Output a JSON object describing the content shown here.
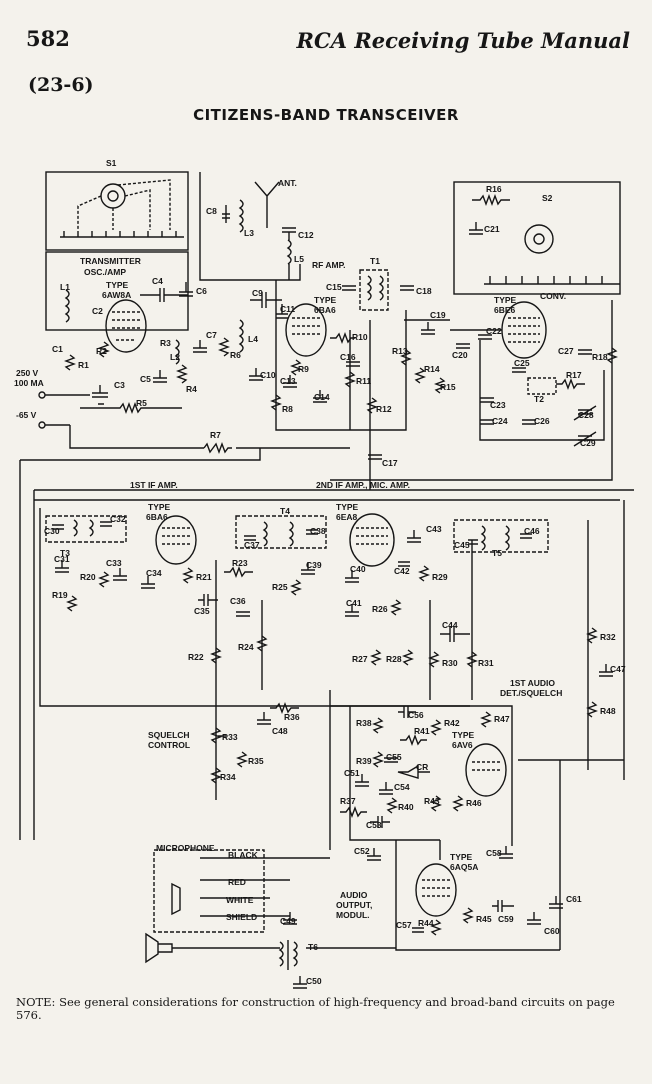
{
  "header": {
    "page_number": "582",
    "running_head": "RCA Receiving Tube Manual",
    "section_number": "(23-6)"
  },
  "title": "CITIZENS-BAND TRANSCEIVER",
  "labels": {
    "s1": "S1",
    "s2": "S2",
    "ant": "ANT.",
    "transmitter": "TRANSMITTER",
    "osc_amp": "OSC./AMP",
    "tube1_type": "TYPE",
    "tube1_name": "6AW8A",
    "rf_amp": "RF AMP.",
    "tube2_type": "TYPE",
    "tube2_name": "6BA6",
    "conv": "CONV.",
    "tube3_type": "TYPE",
    "tube3_name": "6BE6",
    "v250": "250 V",
    "ma100": "100 MA",
    "v65": "-65 V",
    "first_if": "1ST IF AMP.",
    "second_if": "2ND IF AMP., MIC. AMP.",
    "tube4_type": "TYPE",
    "tube4_name": "6BA6",
    "tube5_type": "TYPE",
    "tube5_name": "6EA8",
    "audio_det_1": "1ST AUDIO",
    "audio_det_2": "DET./SQUELCH",
    "squelch_1": "SQUELCH",
    "squelch_2": "CONTROL",
    "tube6_type": "TYPE",
    "tube6_name": "6AV6",
    "cr": "CR",
    "microphone": "MICROPHONE",
    "black": "BLACK",
    "red": "RED",
    "white": "WHITE",
    "shield": "SHIELD",
    "audio_out_1": "AUDIO",
    "audio_out_2": "OUTPUT,",
    "audio_out_3": "MODUL.",
    "tube7_type": "TYPE",
    "tube7_name": "6AQ5A"
  },
  "components": {
    "capacitors": [
      "C1",
      "C2",
      "C3",
      "C4",
      "C5",
      "C6",
      "C7",
      "C8",
      "C9",
      "C10",
      "C11",
      "C12",
      "C13",
      "C14",
      "C15",
      "C16",
      "C17",
      "C18",
      "C19",
      "C20",
      "C21",
      "C22",
      "C23",
      "C24",
      "C25",
      "C26",
      "C27",
      "C28",
      "C29",
      "C30",
      "C31",
      "C32",
      "C33",
      "C34",
      "C35",
      "C36",
      "C37",
      "C38",
      "C39",
      "C40",
      "C41",
      "C42",
      "C43",
      "C44",
      "C45",
      "C46",
      "C47",
      "C48",
      "C49",
      "C50",
      "C51",
      "C52",
      "C53",
      "C54",
      "C55",
      "C56",
      "C57",
      "C58",
      "C59",
      "C60",
      "C61"
    ],
    "resistors": [
      "R1",
      "R2",
      "R3",
      "R4",
      "R5",
      "R6",
      "R7",
      "R8",
      "R9",
      "R10",
      "R11",
      "R12",
      "R13",
      "R14",
      "R15",
      "R16",
      "R17",
      "R18",
      "R19",
      "R20",
      "R21",
      "R22",
      "R23",
      "R24",
      "R25",
      "R26",
      "R27",
      "R28",
      "R29",
      "R30",
      "R31",
      "R32",
      "R33",
      "R34",
      "R35",
      "R36",
      "R37",
      "R38",
      "R39",
      "R40",
      "R41",
      "R42",
      "R43",
      "R44",
      "R45",
      "R46",
      "R47",
      "R48"
    ],
    "inductors": [
      "L1",
      "L2",
      "L3",
      "L4",
      "L5"
    ],
    "transformers": [
      "T1",
      "T2",
      "T3",
      "T4",
      "T5",
      "T6"
    ]
  },
  "note": "NOTE: See general considerations for construction of high-frequency and broad-band circuits on page 576."
}
